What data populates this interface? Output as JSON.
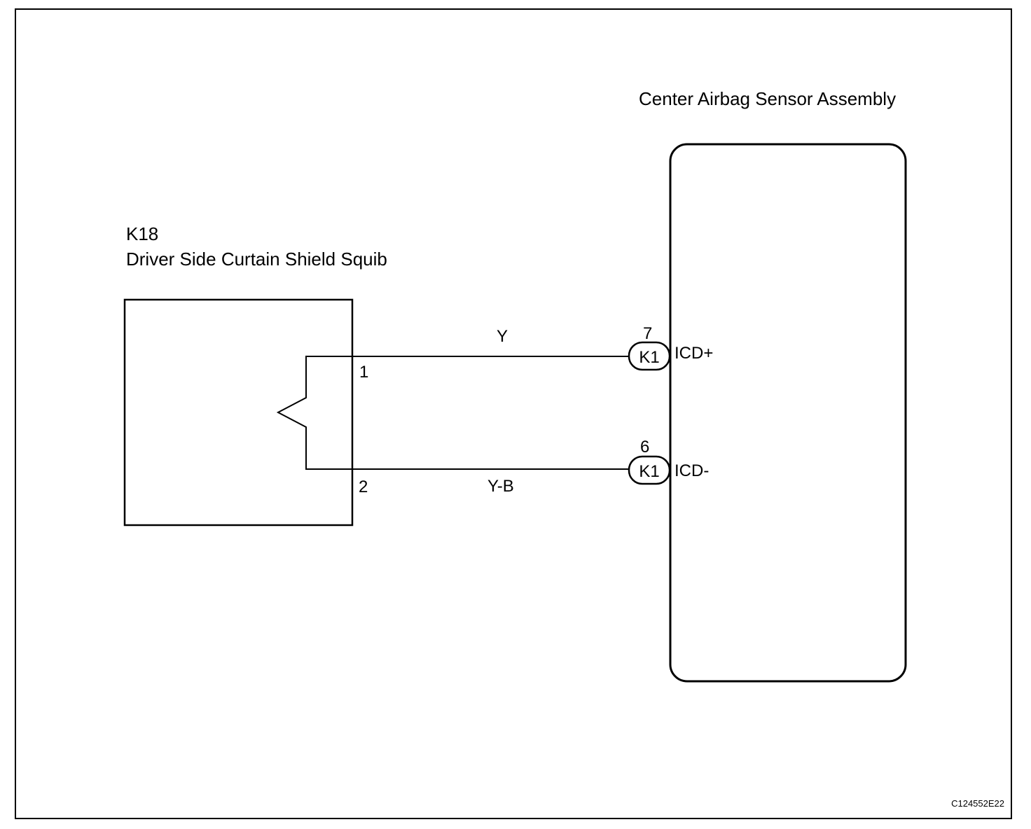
{
  "squib": {
    "code": "K18",
    "name": "Driver Side Curtain Shield Squib",
    "pin_top": "1",
    "pin_bottom": "2"
  },
  "sensor": {
    "name": "Center Airbag Sensor Assembly"
  },
  "wires": [
    {
      "color_code": "Y",
      "connector": "K1",
      "connector_pin": "7",
      "terminal": "ICD+"
    },
    {
      "color_code": "Y-B",
      "connector": "K1",
      "connector_pin": "6",
      "terminal": "ICD-"
    }
  ],
  "figure_code": "C124552E22"
}
